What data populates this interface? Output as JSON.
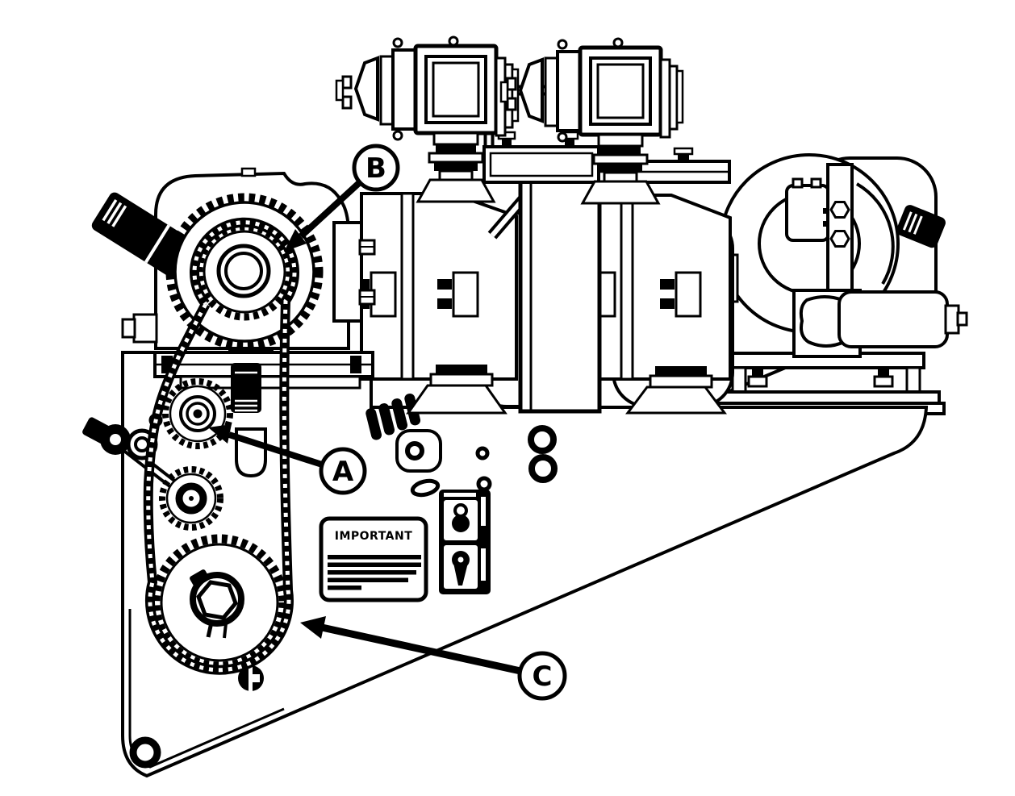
{
  "diagram": {
    "background_color": "#ffffff",
    "line_color": "#000000",
    "callouts": [
      {
        "letter": "A"
      },
      {
        "letter": "B"
      },
      {
        "letter": "C"
      }
    ],
    "important_label": {
      "title": "IMPORTANT",
      "body_line_widths": [
        116,
        116,
        110,
        100,
        42
      ]
    }
  }
}
